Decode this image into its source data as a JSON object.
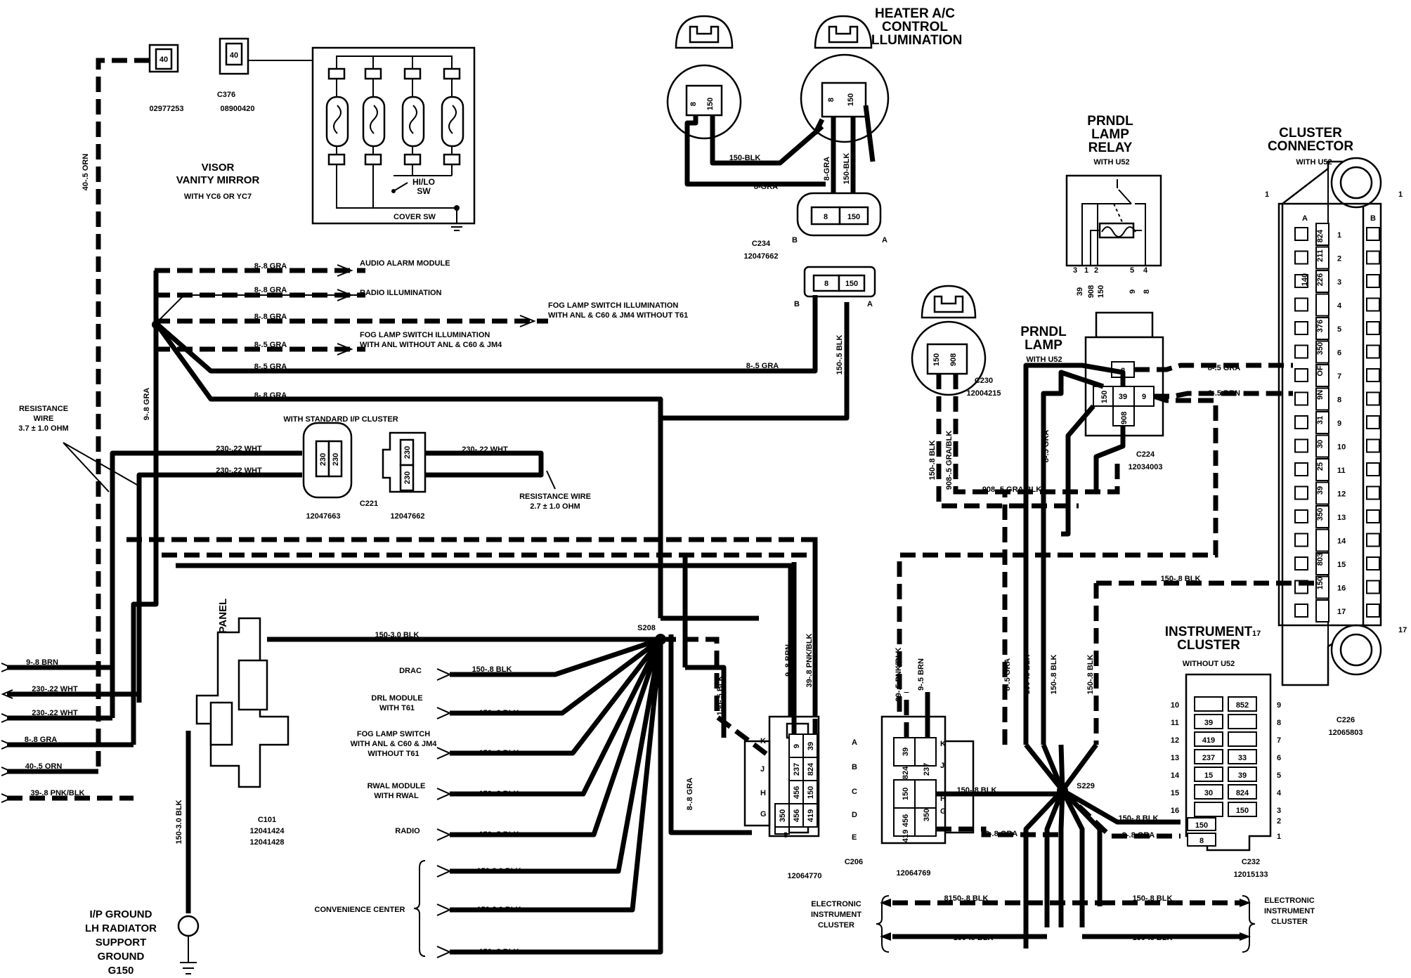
{
  "components": {
    "visor_title": "VISOR\nVANITY MIRROR",
    "visor_sub": "WITH YC6 OR YC7",
    "hilo_sw": "HI/LO\nSW",
    "cover_sw": "COVER SW",
    "heater_title": "HEATER A/C\nCONTROL\nILLUMINATION",
    "prndl_relay_title": "PRNDL\nLAMP\nRELAY",
    "prndl_relay_sub": "WITH U52",
    "cluster_conn_title": "CLUSTER\nCONNECTOR",
    "cluster_conn_sub": "WITH U52",
    "prndl_lamp_title": "PRNDL\nLAMP",
    "prndl_lamp_sub": "WITH U52",
    "std_ip": "WITH STANDARD I/P CLUSTER",
    "resistance_left": "RESISTANCE\nWIRE\n3.7 ± 1.0 OHM",
    "resistance_right": "RESISTANCE WIRE\n2.7 ± 1.0 OHM",
    "dash_panel": "DASH PANEL",
    "instrument_cluster": "INSTRUMENT\nCLUSTER",
    "instrument_cluster_sub": "WITHOUT U52",
    "ground_label": "I/P GROUND\nLH RADIATOR\nSUPPORT\nGROUND\nG150",
    "s208": "S208",
    "s229": "S229"
  },
  "connector_ids": {
    "p02977253": "02977253",
    "c376": "C376",
    "p08900420": "08900420",
    "c234": "C234",
    "p12047662a": "12047662",
    "c230": "C230",
    "p12004215": "12004215",
    "c224": "C224",
    "p12034003": "12034003",
    "c221": "C221",
    "p12047663": "12047663",
    "p12047662b": "12047662",
    "c101": "C101",
    "p12041424": "12041424",
    "p12041428": "12041428",
    "c206": "C206",
    "p12064770": "12064770",
    "p12064769": "12064769",
    "c226": "C226",
    "p12065803": "12065803",
    "c232": "C232",
    "p12015133": "12015133"
  },
  "destinations": {
    "audio_alarm": "AUDIO ALARM MODULE",
    "radio_illum": "RADIO ILLUMINATION",
    "fog1": "FOG LAMP SWITCH ILLUMINATION\nWITH ANL & C60 & JM4 WITHOUT T61",
    "fog2": "FOG LAMP SWITCH ILLUMINATION\nWITH ANL WITHOUT ANL & C60 & JM4",
    "drac": "DRAC",
    "drl": "DRL MODULE\nWITH T61",
    "fogsw": "FOG LAMP SWITCH\nWITH ANL & C60 & JM4\nWITHOUT T61",
    "rwal": "RWAL MODULE\nWITH RWAL",
    "radio": "RADIO",
    "convenience": "CONVENIENCE CENTER",
    "eic_left": "ELECTRONIC\nINSTRUMENT\nCLUSTER",
    "eic_right": "ELECTRONIC\nINSTRUMENT\nCLUSTER"
  },
  "wires": {
    "orn_40": "40-.5 ORN",
    "gra_8_8": "8-.8 GRA",
    "gra_8_5": "8-.5 GRA",
    "gra_9_8": "9-.8 GRA",
    "gra_8": "8-GRA",
    "blk_150": "150-BLK",
    "blk_150_5": "150-.5 BLK",
    "blk_150_8": "150-.8 BLK",
    "blk_150_3": "150-3.0 BLK",
    "wht_230": "230-.22 WHT",
    "brn_9_8": "9-.8 BRN",
    "brn_9_5": "9-.5 BRN",
    "pnk_39_8": "39-.8 PNK/BLK",
    "pnk_39_5": "39-.5 PNK/BLK",
    "grablk_908": "908-.5 GRA/BLK",
    "gra_8_gra": "8-.8 GRA",
    "gra_8_5_gra": "8-.5 GRA",
    "blk_8150": "8150-.8 BLK"
  },
  "pins": {
    "p40": "40",
    "p8": "8",
    "p150": "150",
    "p230": "230",
    "p908": "908",
    "p39": "39",
    "p9": "9",
    "p237": "237",
    "p824": "824",
    "p456": "456",
    "p350": "350",
    "p419": "419",
    "p852": "852",
    "p33": "33",
    "p15": "15",
    "p30": "30",
    "p25": "25",
    "p31": "31",
    "p376": "376",
    "p211": "211",
    "p226": "226",
    "p140": "140",
    "p803": "803",
    "pOF": "OF",
    "p9N": "9N",
    "p1": "1",
    "p2": "2",
    "p3": "3",
    "p4": "4",
    "p5": "5",
    "p6": "6",
    "p7": "7",
    "p8n": "8",
    "p9n": "9",
    "p10": "10",
    "p11": "11",
    "p12": "12",
    "p13": "13",
    "p14": "14",
    "p15n": "15",
    "p16": "16",
    "p17": "17",
    "A": "A",
    "B": "B",
    "C": "C",
    "D": "D",
    "E": "E",
    "G": "G",
    "H": "H",
    "J": "J",
    "K": "K"
  }
}
